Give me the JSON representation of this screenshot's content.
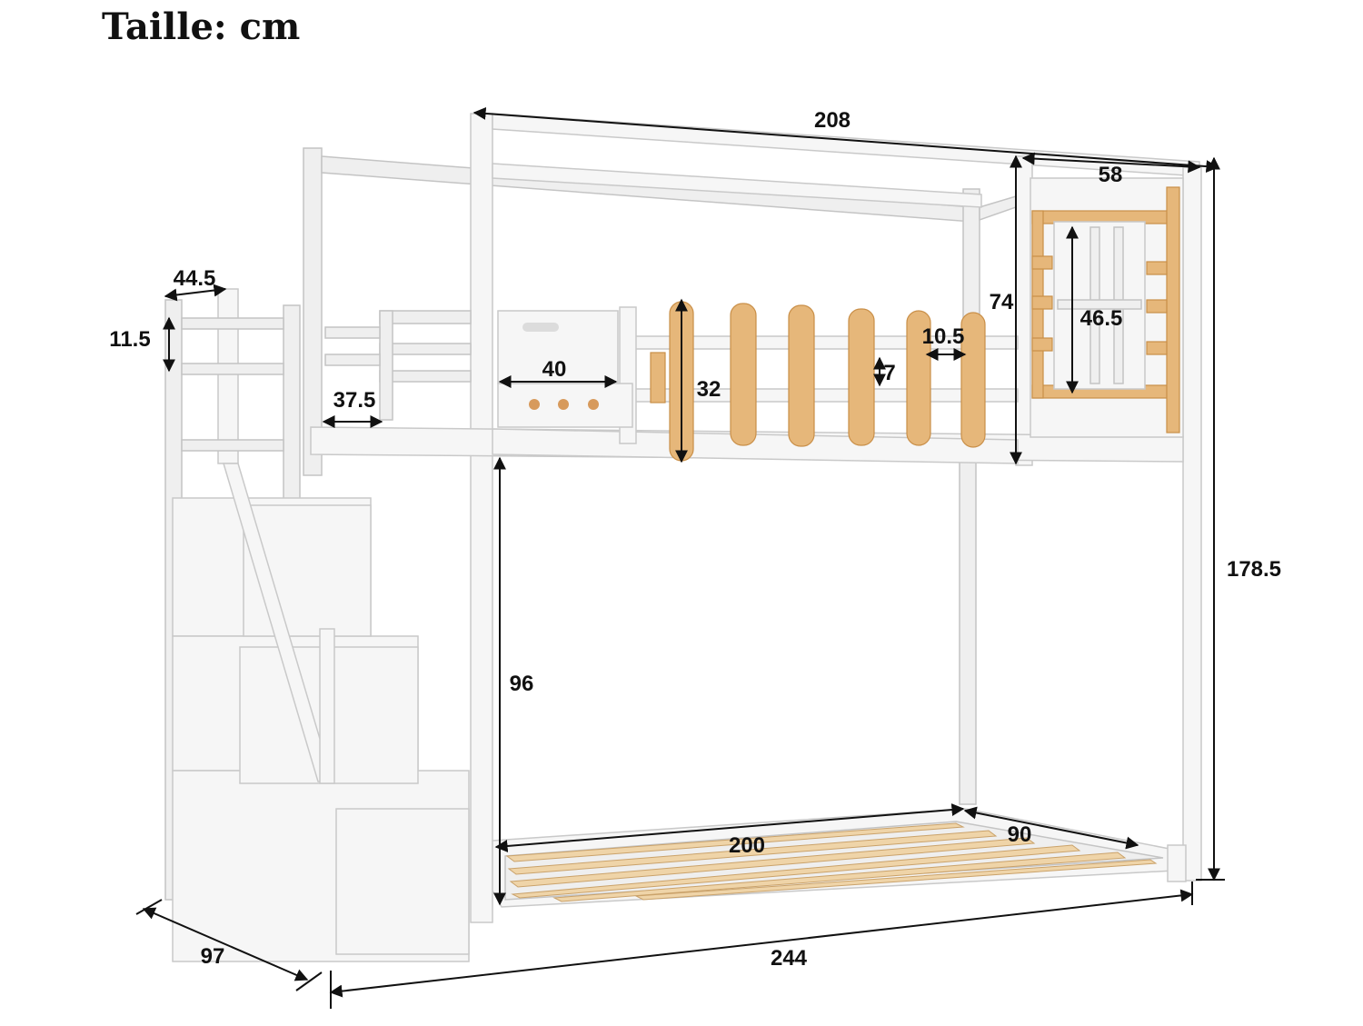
{
  "title": "Taille: cm",
  "dimensions": {
    "roof_length": "208",
    "window_width": "58",
    "railing_height": "74",
    "window_height": "46.5",
    "slat_gap": "10.5",
    "slat_gap_small": "7",
    "bar_height": "32",
    "shelf_width": "40",
    "ledge_width": "37.5",
    "stair_width": "44.5",
    "stair_rail_gap": "11.5",
    "clearance_height": "96",
    "total_height": "178.5",
    "mattress_length": "200",
    "mattress_width": "90",
    "total_length": "244",
    "total_depth": "97"
  }
}
